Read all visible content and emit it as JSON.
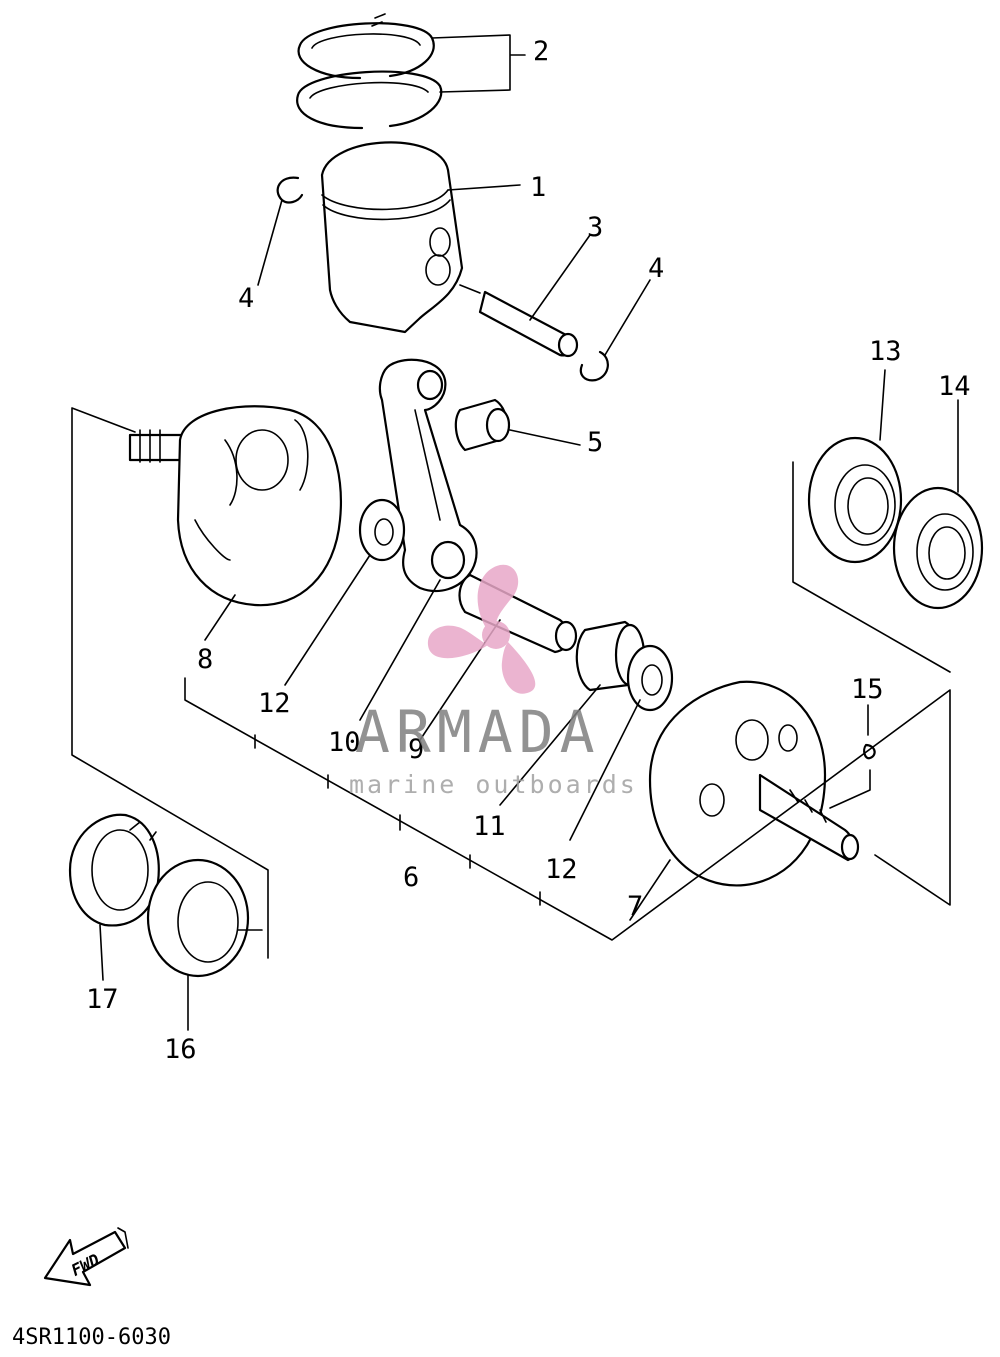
{
  "diagram": {
    "part_code": "4SR1100-6030",
    "fwd_label": "FWD",
    "callouts": [
      "1",
      "2",
      "3",
      "4",
      "4",
      "5",
      "6",
      "7",
      "8",
      "9",
      "10",
      "11",
      "12",
      "12",
      "13",
      "14",
      "15",
      "16",
      "17"
    ]
  },
  "watermark": {
    "title": "ARMADA",
    "subtitle": "marine outboards",
    "colors": {
      "title": "#808080",
      "subtitle": "#a0a0a0",
      "logo": "#e8a8c8"
    },
    "logo_icon": "propeller-icon"
  }
}
